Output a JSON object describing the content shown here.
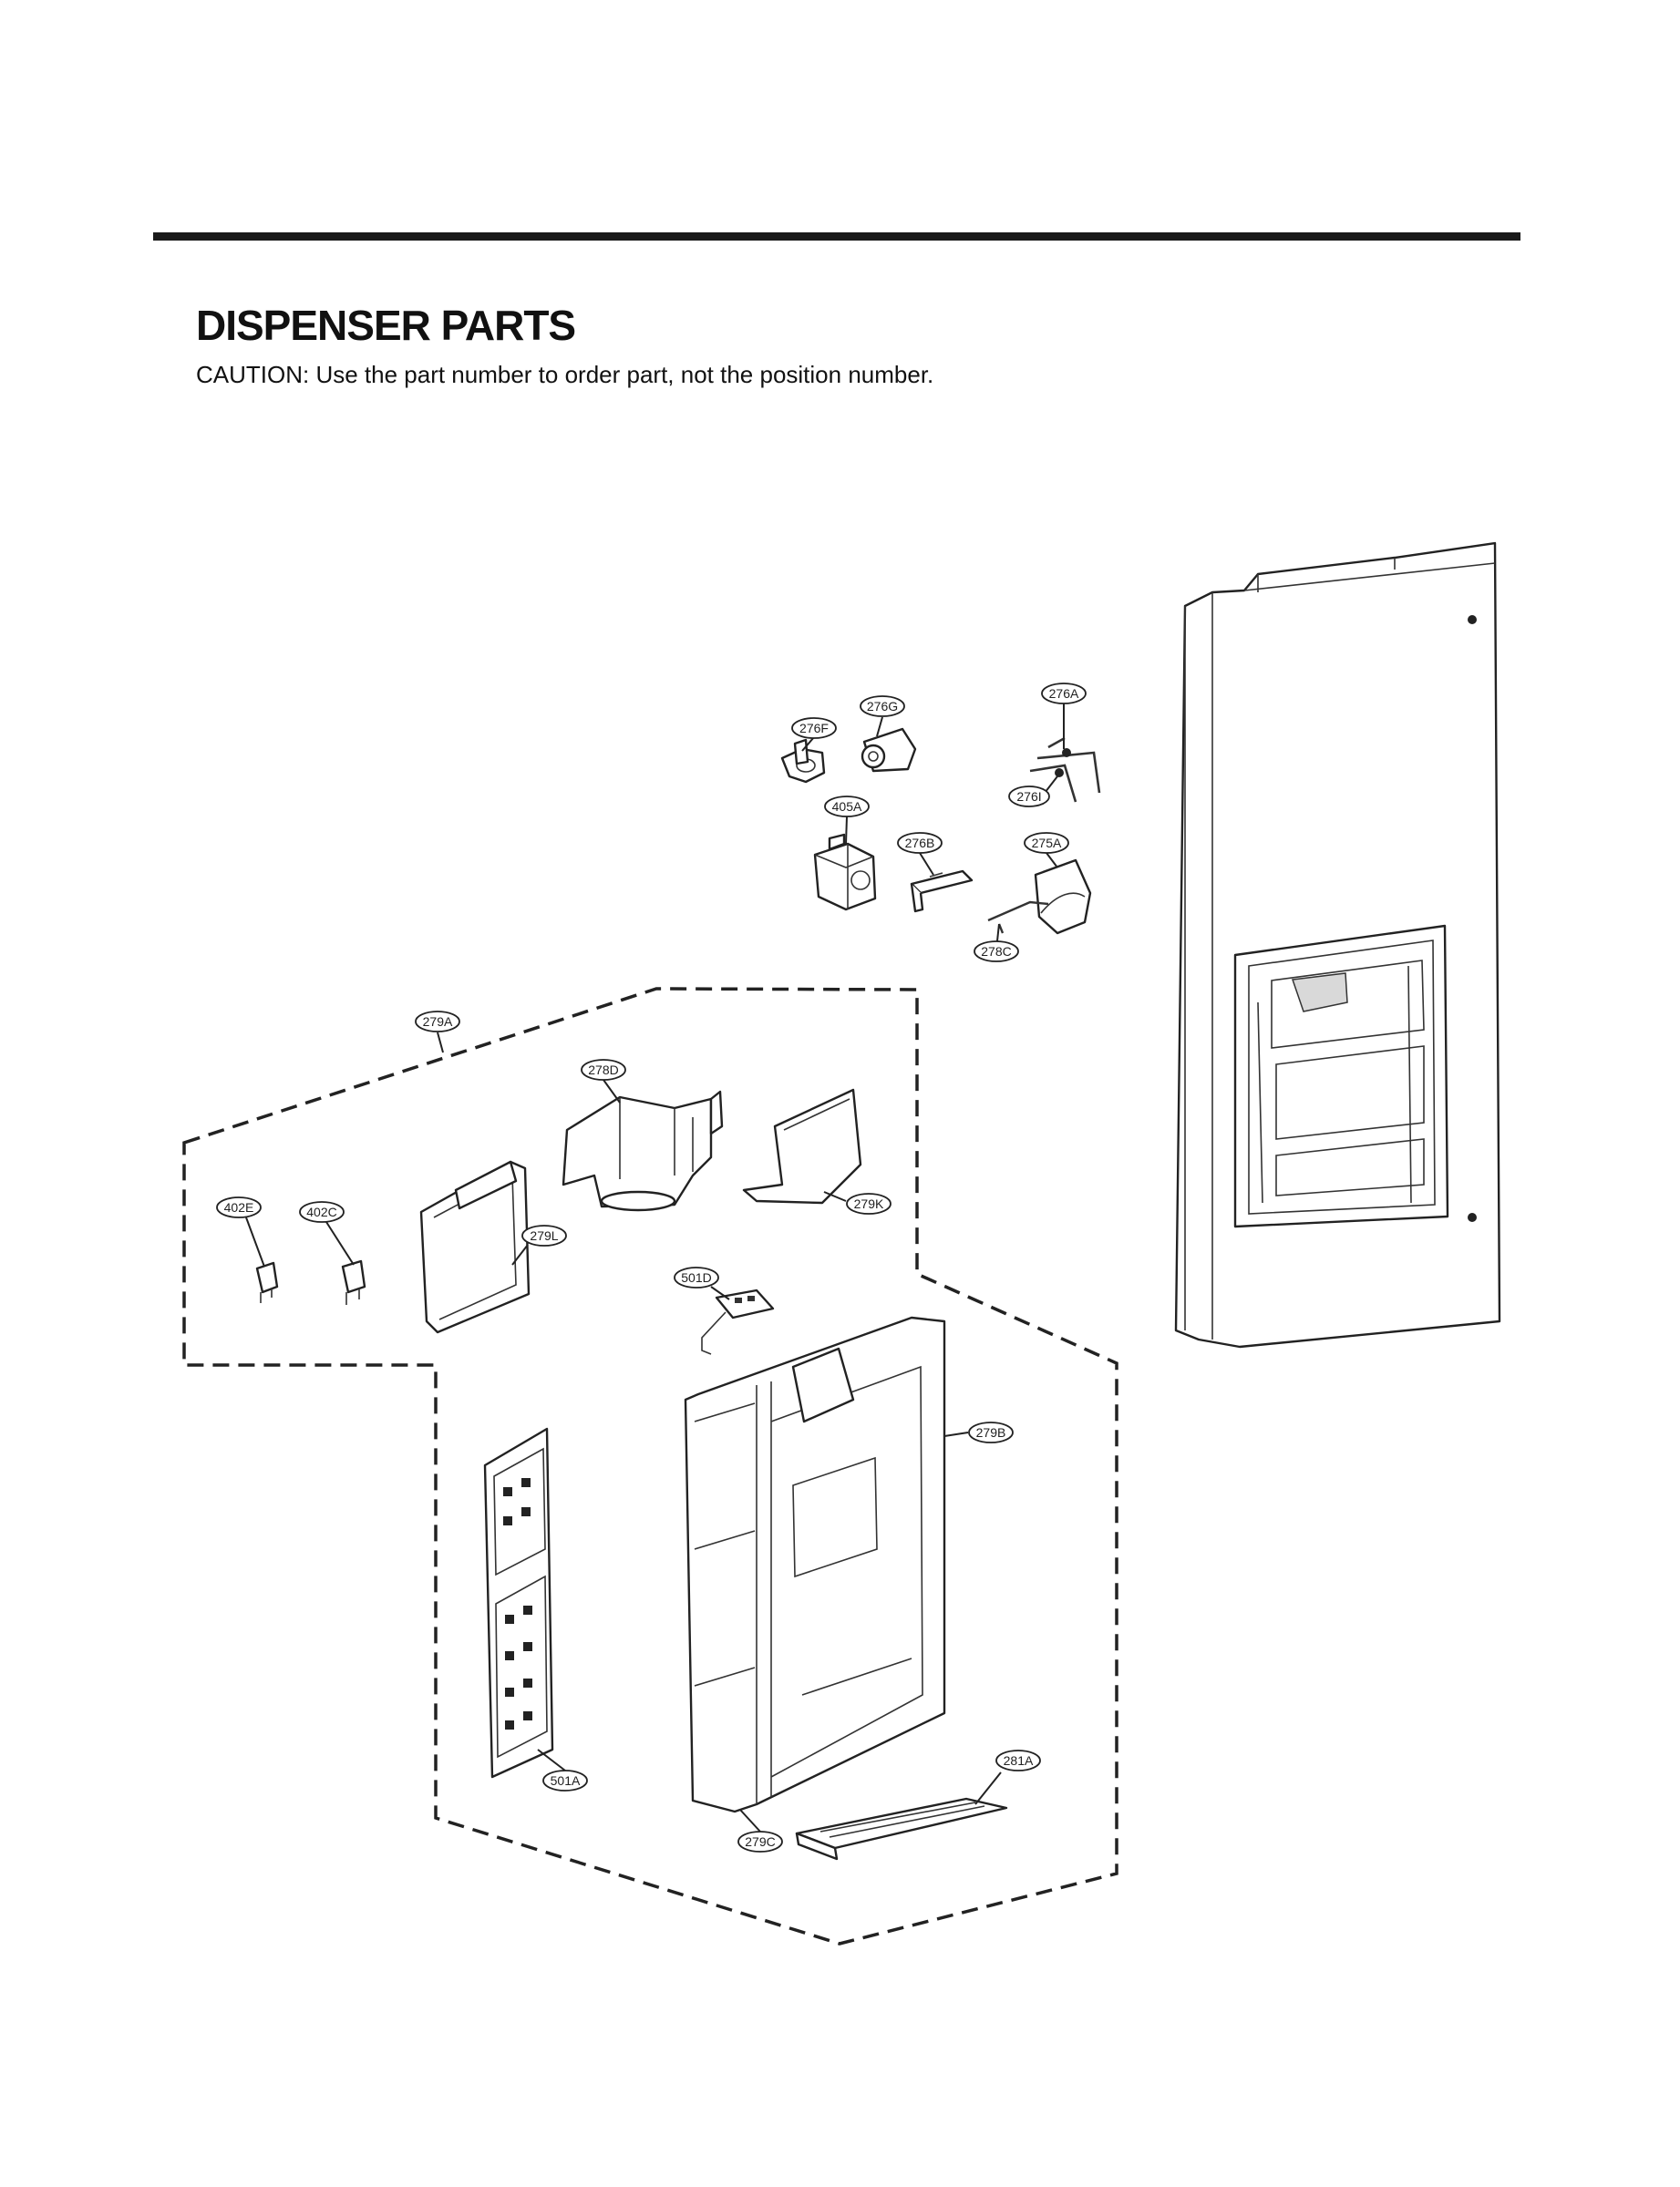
{
  "header": {
    "title": "DISPENSER PARTS",
    "caution": "CAUTION: Use the part number to order part, not the position number."
  },
  "labels": {
    "l276A": "276A",
    "l276G": "276G",
    "l276F": "276F",
    "l276I": "276I",
    "l405A": "405A",
    "l276B": "276B",
    "l275A": "275A",
    "l278C": "278C",
    "l279A": "279A",
    "l278D": "278D",
    "l279K": "279K",
    "l402E": "402E",
    "l402C": "402C",
    "l279L": "279L",
    "l501D": "501D",
    "l279B": "279B",
    "l501A": "501A",
    "l281A": "281A",
    "l279C": "279C"
  }
}
